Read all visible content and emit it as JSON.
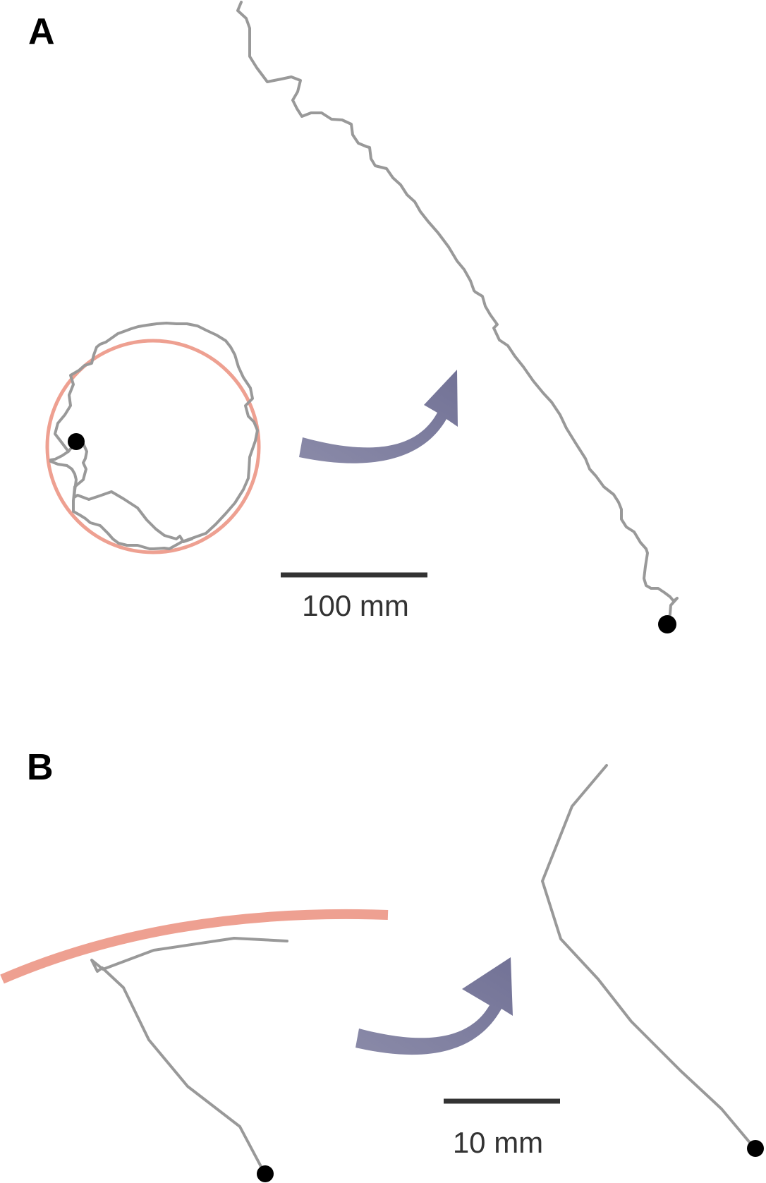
{
  "panels": [
    {
      "label": "A",
      "scale_bar": "100 mm"
    },
    {
      "label": "B",
      "scale_bar": "10 mm"
    }
  ],
  "colors": {
    "trajectory": "#999999",
    "arena_wall": "#eea091",
    "arrow": "#7b7a9c",
    "start_dot": "#000000",
    "scale_bar": "#333333"
  }
}
